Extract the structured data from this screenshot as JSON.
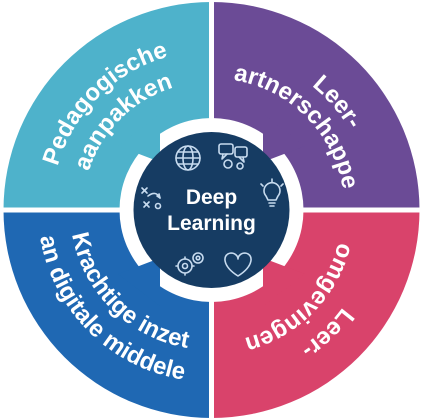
{
  "segments": [
    {
      "id": "pedagogische",
      "lines": [
        "Pedagogische",
        "aanpakken"
      ],
      "color": "#4eb2cb"
    },
    {
      "id": "partnerschappen",
      "lines": [
        "Leer-",
        "partnerschappen"
      ],
      "color": "#6b4b96"
    },
    {
      "id": "omgevingen",
      "lines": [
        "Leer-",
        "omgevingen"
      ],
      "color": "#d9436b"
    },
    {
      "id": "digitale",
      "lines": [
        "Krachtige inzet",
        "van digitale middelen"
      ],
      "color": "#1f68b3"
    }
  ],
  "core": {
    "lines": [
      "Deep",
      "Learning"
    ],
    "color": "#163c63",
    "icons": [
      "globe-icon",
      "chat-bubbles-icon",
      "strategy-play-icon",
      "lightbulb-icon",
      "gears-icon",
      "heart-icon"
    ]
  },
  "colors": {
    "arrow": "#ffffff",
    "icon": "#c7dbef"
  }
}
